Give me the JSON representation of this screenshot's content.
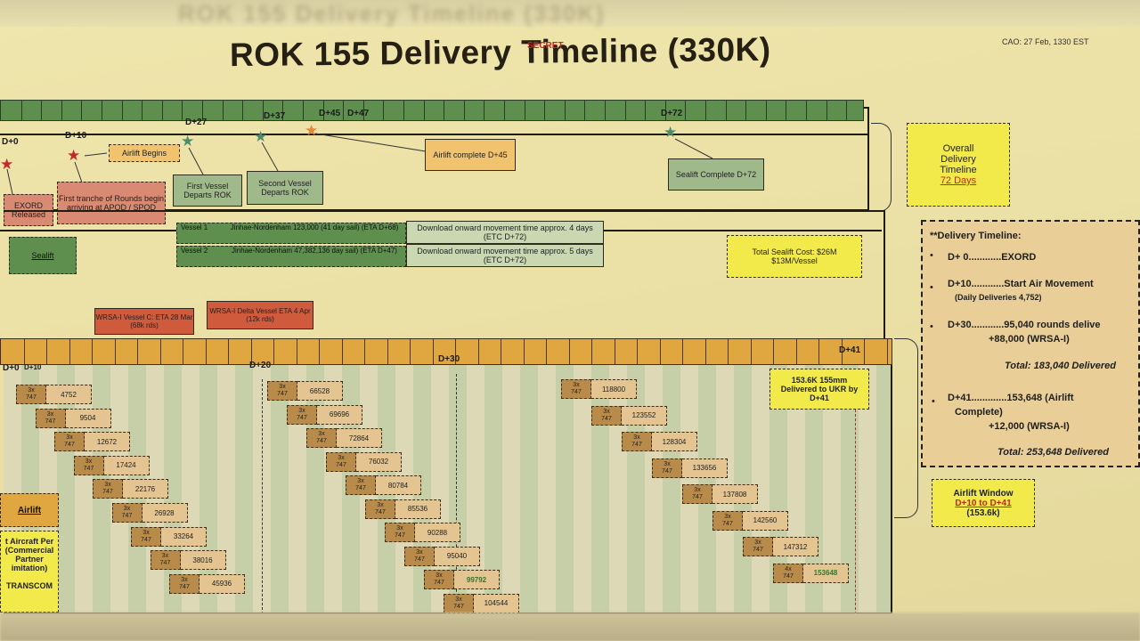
{
  "header": {
    "blurred_text": "ROK 155 Delivery Timeline (330K)",
    "title_pre": "ROK 155 Delivery",
    "title_post": "Timeline (330K)",
    "classification": "SECRET",
    "date": "CAO: 27 Feb, 1330 EST"
  },
  "top_timeline": {
    "markers": [
      "D+0",
      "D+10",
      "D+27",
      "D+37",
      "D+45",
      "D+47",
      "D+72"
    ],
    "events": {
      "exord": "EXORD Released",
      "first_tranche": "First tranche of Rounds begin arriving at APOD / SPOD",
      "airlift_begin": "Airlift Begins",
      "first_vessel": "First Vessel Departs ROK",
      "second_vessel": "Second Vessel Departs ROK",
      "airlift_complete": "Airlift complete D+45",
      "sealift_complete": "Sealift Complete D+72"
    }
  },
  "overall": {
    "label": "Overall Delivery Timeline",
    "value": "72 Days"
  },
  "sealift": {
    "label": "Sealift",
    "vessel1_a": "Vessel 1",
    "vessel1_b": "Jinhae-Nordenham 123,000 (41 day sail) (ETA D+68)",
    "vessel2_a": "Vessel 2",
    "vessel2_b": "Jinhae-Nordenham 47,382,136 day sail) (ETA D+47)",
    "download1": "Download onward movement time approx. 4 days (ETC D+72)",
    "download2": "Download onward movement time approx. 5 days (ETC D+72)",
    "cost": "Total Sealift Cost: $26M $13M/Vessel"
  },
  "wrsa": {
    "vessel_c": "WRSA-I Vessel C: ETA 28 Mar (68k rds)",
    "vessel_d": "WRSA-I Delta Vessel ETA 4 Apr (12k rds)"
  },
  "bottom_timeline": {
    "markers": [
      "D+0",
      "D+10",
      "D+20",
      "D+30",
      "D+41"
    ],
    "aircraft": "3x 747",
    "aircraft_last": "4x 747",
    "stair_values": [
      "4752",
      "9504",
      "12672",
      "17424",
      "22176",
      "26928",
      "33264",
      "38016",
      "45936",
      "66528",
      "69696",
      "72864",
      "76032",
      "80784",
      "85536",
      "90288",
      "95040",
      "99792",
      "104544",
      "118800",
      "123552",
      "128304",
      "133656",
      "137808",
      "142560",
      "147312",
      "153648"
    ],
    "delivered": "153.6K 155mm Delivered to UKR by D+41",
    "airlift_label": "Airlift",
    "aircraft_note": "t Aircraft Per (Commercial Partner imitation)",
    "transcom": "TRANSCOM"
  },
  "legend": {
    "heading": "**Delivery Timeline:",
    "l1": "D+ 0............EXORD",
    "l2": "D+10............Start Air Movement",
    "l2b": "(Daily Deliveries 4,752)",
    "l3": "D+30............95,040 rounds delive",
    "l3b": "+88,000 (WRSA-I)",
    "l3c": "Total: 183,040 Delivered",
    "l4": "D+41.............153,648 (Airlift",
    "l4b": "Complete)",
    "l4c": "+12,000 (WRSA-I)",
    "l4d": "Total: 253,648 Delivered"
  },
  "airlift_window": {
    "label": "Airlift Window",
    "range": "D+10 to D+41",
    "amount": "(153.6k)"
  },
  "colors": {
    "green_bar": "#5f8f4e",
    "orange_bar": "#e0a640",
    "event_red": "#d98a72",
    "event_green": "#9fb98a",
    "event_orange": "#f2c36e",
    "yellow_box": "#f2ea4a",
    "wrsa_red": "#cf5a3c"
  },
  "icons": [
    "star-icon-red",
    "star-icon-green",
    "star-icon-orange"
  ]
}
